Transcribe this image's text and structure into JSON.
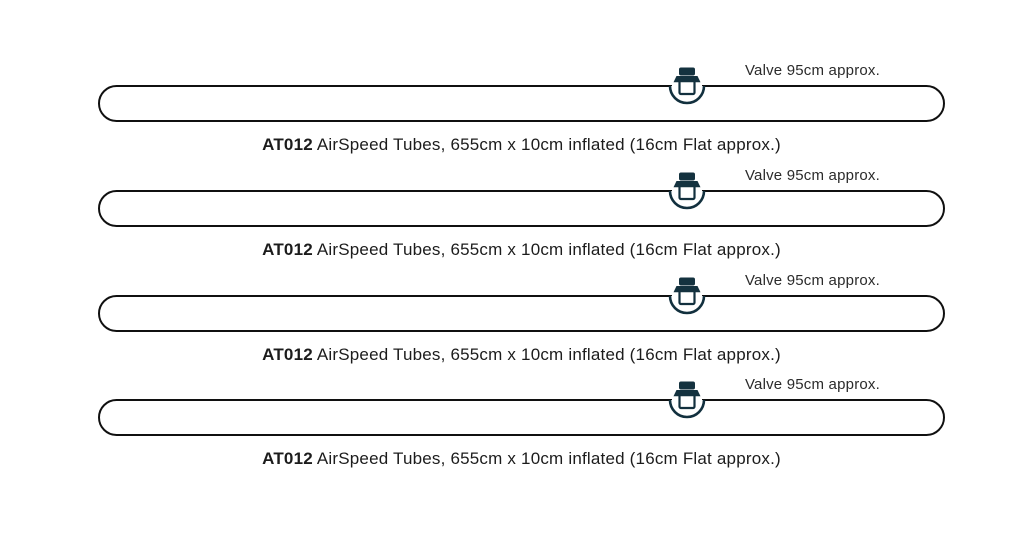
{
  "page": {
    "background": "#ffffff",
    "tube_outline_color": "#101010",
    "valve_color": "#14323f",
    "text_color": "#1c1c1c"
  },
  "rows": [
    {
      "valve_label": "Valve 95cm approx.",
      "caption": {
        "code": "AT012",
        "text": " AirSpeed Tubes, 655cm x 10cm inflated (16cm Flat approx.)"
      }
    },
    {
      "valve_label": "Valve 95cm approx.",
      "caption": {
        "code": "AT012",
        "text": " AirSpeed Tubes, 655cm x 10cm inflated (16cm Flat approx.)"
      }
    },
    {
      "valve_label": "Valve 95cm approx.",
      "caption": {
        "code": "AT012",
        "text": " AirSpeed Tubes, 655cm x 10cm inflated (16cm Flat approx.)"
      }
    },
    {
      "valve_label": "Valve 95cm approx.",
      "caption": {
        "code": "AT012",
        "text": " AirSpeed Tubes, 655cm x 10cm inflated (16cm Flat approx.)"
      }
    }
  ]
}
